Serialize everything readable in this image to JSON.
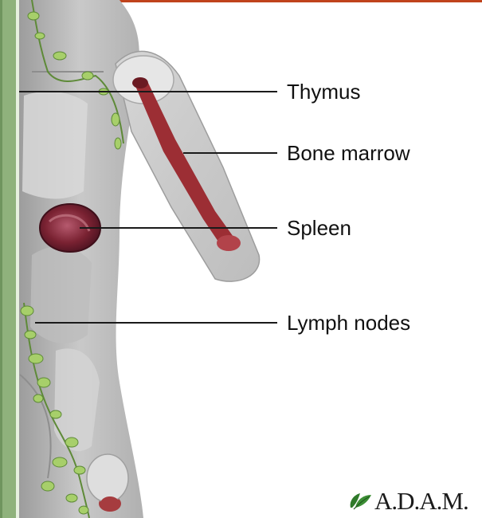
{
  "labels": {
    "thymus": "Thymus",
    "bone_marrow": "Bone marrow",
    "spleen": "Spleen",
    "lymph_nodes": "Lymph nodes"
  },
  "logo": {
    "text": "A.D.A.M.",
    "icon": "leaf-icon"
  },
  "colors": {
    "accent_top": "#c0431c",
    "frame_green": "#8fb27c",
    "marrow": "#9c2e34",
    "spleen": "#7a2232",
    "lymph": "#a7cf6a",
    "logo_leaf": "#2f7a2a"
  }
}
